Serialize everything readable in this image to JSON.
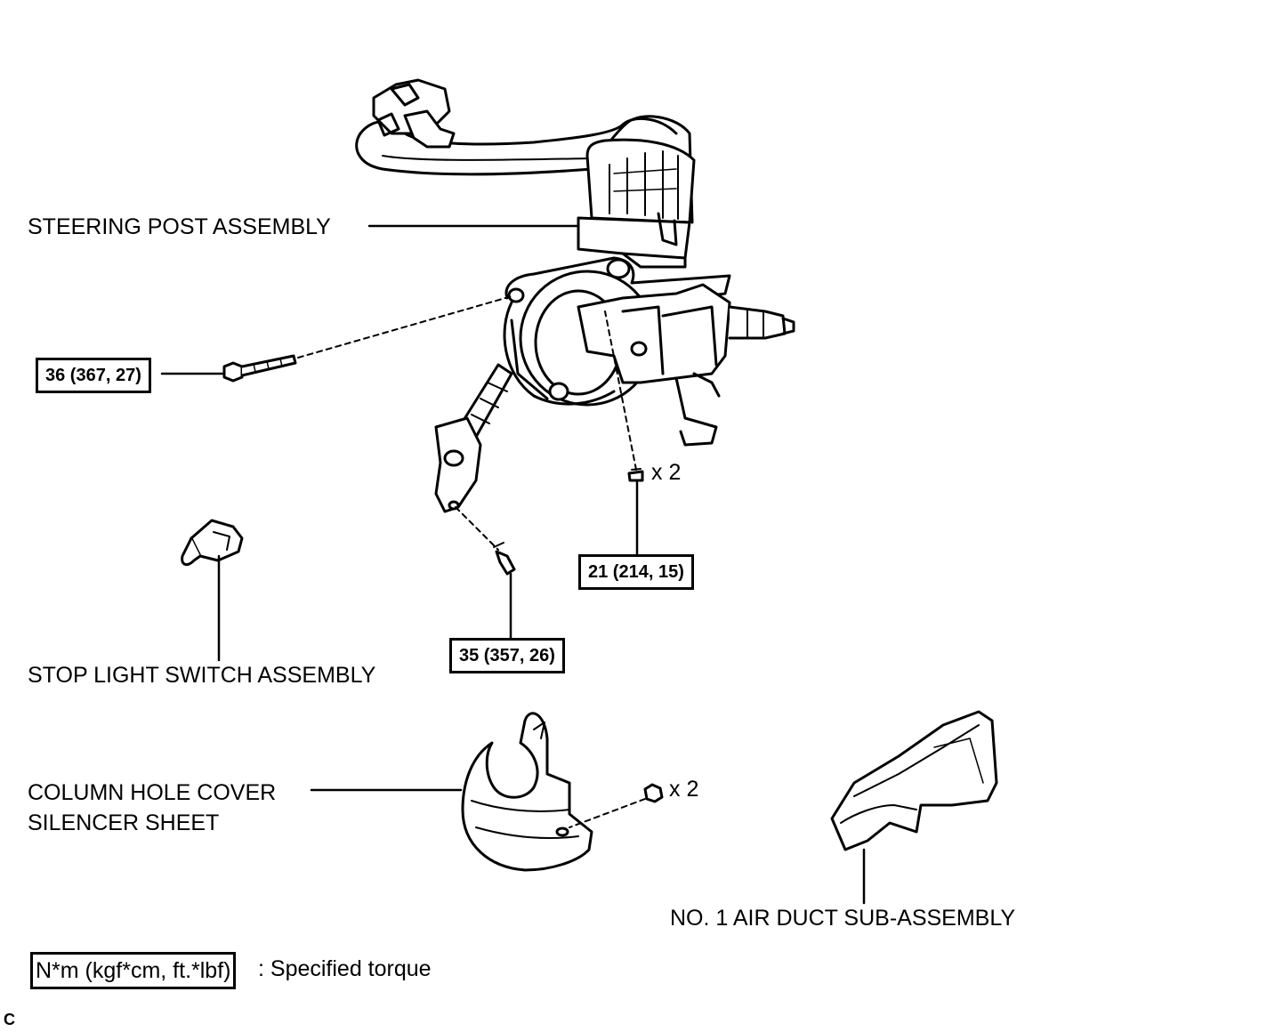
{
  "labels": {
    "steering_post": "STEERING POST ASSEMBLY",
    "stop_light_switch": "STOP LIGHT SWITCH ASSEMBLY",
    "column_hole_cover_line1": "COLUMN HOLE COVER",
    "column_hole_cover_line2": "SILENCER SHEET",
    "air_duct": "NO. 1 AIR DUCT SUB-ASSEMBLY"
  },
  "torques": {
    "bolt_36": "36 (367, 27)",
    "bolt_21": "21 (214, 15)",
    "bolt_35": "35 (357, 26)"
  },
  "quantities": {
    "nut_upper": "x 2",
    "nut_lower": "x 2"
  },
  "legend": {
    "unit_box": "N*m (kgf*cm, ft.*lbf)",
    "description": ": Specified torque"
  },
  "corner_code": "C"
}
